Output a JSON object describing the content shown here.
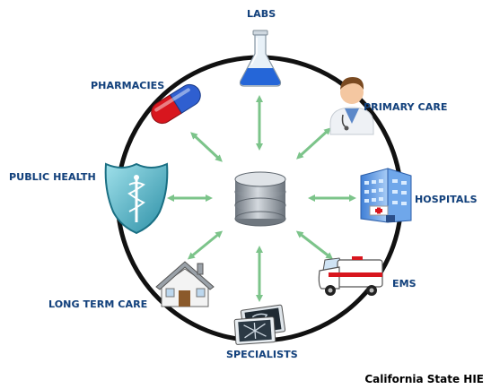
{
  "nodes": {
    "labs": "LABS",
    "primary_care": "PRIMARY CARE",
    "hospitals": "HOSPITALS",
    "ems": "EMS",
    "specialists": "SPECIALISTS",
    "long_term_care": "LONG TERM CARE",
    "public_health": "PUBLIC HEALTH",
    "pharmacies": "PHARMACIES"
  },
  "center": {
    "icon": "database-icon"
  },
  "credit": "California State HIE",
  "colors": {
    "label": "#13427e",
    "ring": "#111111",
    "arrow": "#7cc48a",
    "database": "#9aa3ad",
    "shield": "#4cb3c6",
    "pill_red": "#d8161e",
    "pill_blue": "#2f5fd0",
    "flask_liquid": "#2566d8"
  },
  "icons": {
    "labs": "flask-icon",
    "primary_care": "doctor-icon",
    "hospitals": "hospital-building-icon",
    "ems": "ambulance-icon",
    "specialists": "xray-film-icon",
    "long_term_care": "house-icon",
    "public_health": "caduceus-shield-icon",
    "pharmacies": "pill-capsule-icon"
  }
}
